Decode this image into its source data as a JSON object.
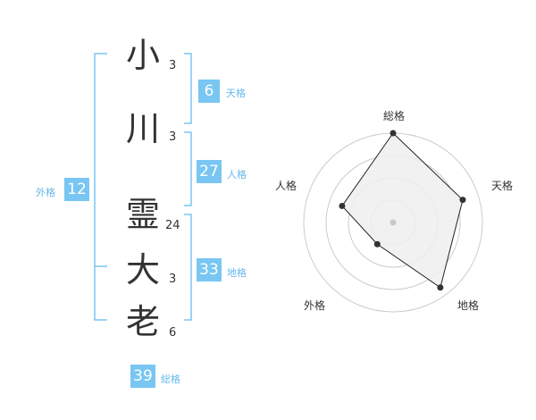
{
  "name": {
    "characters": [
      {
        "char": "小",
        "strokes": "3"
      },
      {
        "char": "川",
        "strokes": "3"
      },
      {
        "char": "霊",
        "strokes": "24"
      },
      {
        "char": "大",
        "strokes": "3"
      },
      {
        "char": "老",
        "strokes": "6"
      }
    ]
  },
  "fortunes": {
    "tenkaku": {
      "label": "天格",
      "value": "6"
    },
    "jinkaku": {
      "label": "人格",
      "value": "27"
    },
    "chikaku": {
      "label": "地格",
      "value": "33"
    },
    "gaikaku": {
      "label": "外格",
      "value": "12"
    },
    "soukaku": {
      "label": "総格",
      "value": "39"
    }
  },
  "radar": {
    "axes": [
      "総格",
      "天格",
      "地格",
      "外格",
      "人格"
    ],
    "scores": [
      1.0,
      0.82,
      0.9,
      0.3,
      0.6
    ],
    "max": 1.0,
    "rings": 4,
    "colors": {
      "fill": "#eeeeee",
      "stroke": "#222222",
      "ring": "#cccccc",
      "point": "#333333",
      "center": "#c8c8c8"
    }
  },
  "colors": {
    "accent": "#79c6f2",
    "bracket": "#79c6f2"
  }
}
